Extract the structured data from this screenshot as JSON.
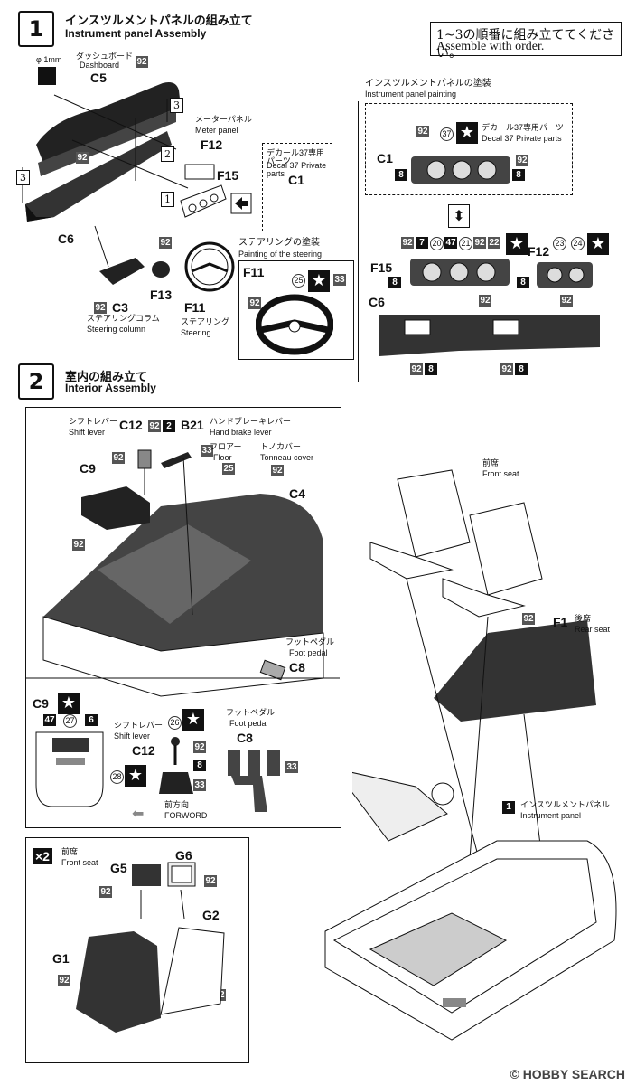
{
  "step1": {
    "number": "1",
    "title_jp": "インスツルメントパネルの組み立て",
    "title_en": "Instrument panel Assembly",
    "note_jp": "1~3の順番に組み立ててください。",
    "note_en": "Assemble with order.",
    "phi": "φ 1mm",
    "dashboard_jp": "ダッシュボード",
    "dashboard_en": "Dashboard",
    "c5": "C5",
    "meter_jp": "メーターパネル",
    "meter_en": "Meter panel",
    "f12": "F12",
    "f15": "F15",
    "c6": "C6",
    "decal_jp": "デカール",
    "decal_num": "37",
    "decal_suffix_jp": "専用パーツ",
    "decal_en": "Decal",
    "private_en": "Private parts",
    "c1": "C1",
    "c3": "C3",
    "column_jp": "ステアリングコラム",
    "column_en": "Steering column",
    "f13": "F13",
    "f11": "F11",
    "steering_jp": "ステアリング",
    "steering_en": "Steering",
    "paint_steer_jp": "ステアリングの塗装",
    "paint_steer_en": "Painting of the steering",
    "paint_panel_jp": "インスツルメントパネルの塗装",
    "paint_panel_en": "Instrument panel painting",
    "colors": [
      "92",
      "8",
      "7",
      "20",
      "47",
      "21",
      "22",
      "23",
      "24",
      "25",
      "33"
    ]
  },
  "step2": {
    "number": "2",
    "title_jp": "室内の組み立て",
    "title_en": "Interior Assembly",
    "shift_jp": "シフトレバー",
    "shift_en": "Shift lever",
    "c12": "C12",
    "b21": "B21",
    "handbrake_jp": "ハンドブレーキレバー",
    "handbrake_en": "Hand brake lever",
    "floor_jp": "フロアー",
    "floor_en": "Floor",
    "tonneau_jp": "トノカバー",
    "tonneau_en": "Tonneau cover",
    "c4": "C4",
    "c9": "C9",
    "pedal_jp": "フットペダル",
    "pedal_en": "Foot pedal",
    "c8": "C8",
    "forward_jp": "前方向",
    "forward_en": "FORWORD",
    "front_seat_jp": "前席",
    "front_seat_en": "Front seat",
    "rear_seat_jp": "後席",
    "rear_seat_en": "Rear seat",
    "f1": "F1",
    "ip_jp": "インスツルメントパネル",
    "ip_en": "Instrument panel",
    "x2": "×2",
    "g1": "G1",
    "g2": "G2",
    "g5": "G5",
    "g6": "G6",
    "one": "1"
  },
  "footer": {
    "logo": "HOBBY SEARCH",
    "copyright": "©"
  }
}
